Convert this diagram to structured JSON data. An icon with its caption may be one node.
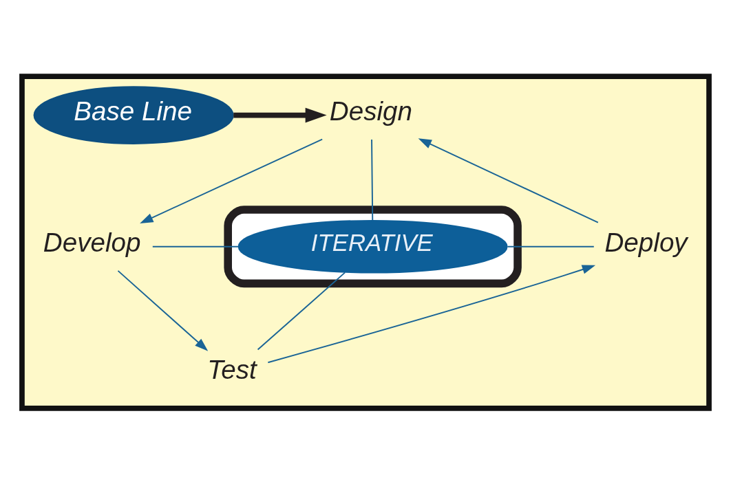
{
  "diagram": {
    "nodes": [
      {
        "text": [],
        "shape": "folder"
      },
      {
        "text": [
          "Base Line"
        ],
        "in": 0
      },
      {
        "text": [
          "Design"
        ],
        "in": 0
      },
      {
        "text": [
          "Develop"
        ],
        "in": 0
      },
      {
        "text": [
          "Test"
        ],
        "in": 0
      },
      {
        "text": [
          "Deploy"
        ],
        "in": 0
      },
      {
        "text": [],
        "shape": "ellipse",
        "in": 0
      },
      {
        "text": [
          "ITERATIVE"
        ],
        "in": 6
      }
    ],
    "edges": [
      {
        "from": 1,
        "to": 2,
        "arrow": "to",
        "style": "thick",
        "color": "#231f20"
      },
      {
        "from": 2,
        "to": 3,
        "arrow": "to"
      },
      {
        "from": 3,
        "to": 4,
        "arrow": "to"
      },
      {
        "from": 4,
        "to": 5,
        "arrow": "to"
      },
      {
        "from": 5,
        "to": 2,
        "arrow": "to"
      },
      {
        "from": 2,
        "to": 7,
        "arrow": "none"
      },
      {
        "from": 3,
        "to": 7,
        "arrow": "none"
      },
      {
        "from": 4,
        "to": 7,
        "arrow": "none"
      },
      {
        "from": 5,
        "to": 7,
        "arrow": "none"
      }
    ]
  }
}
